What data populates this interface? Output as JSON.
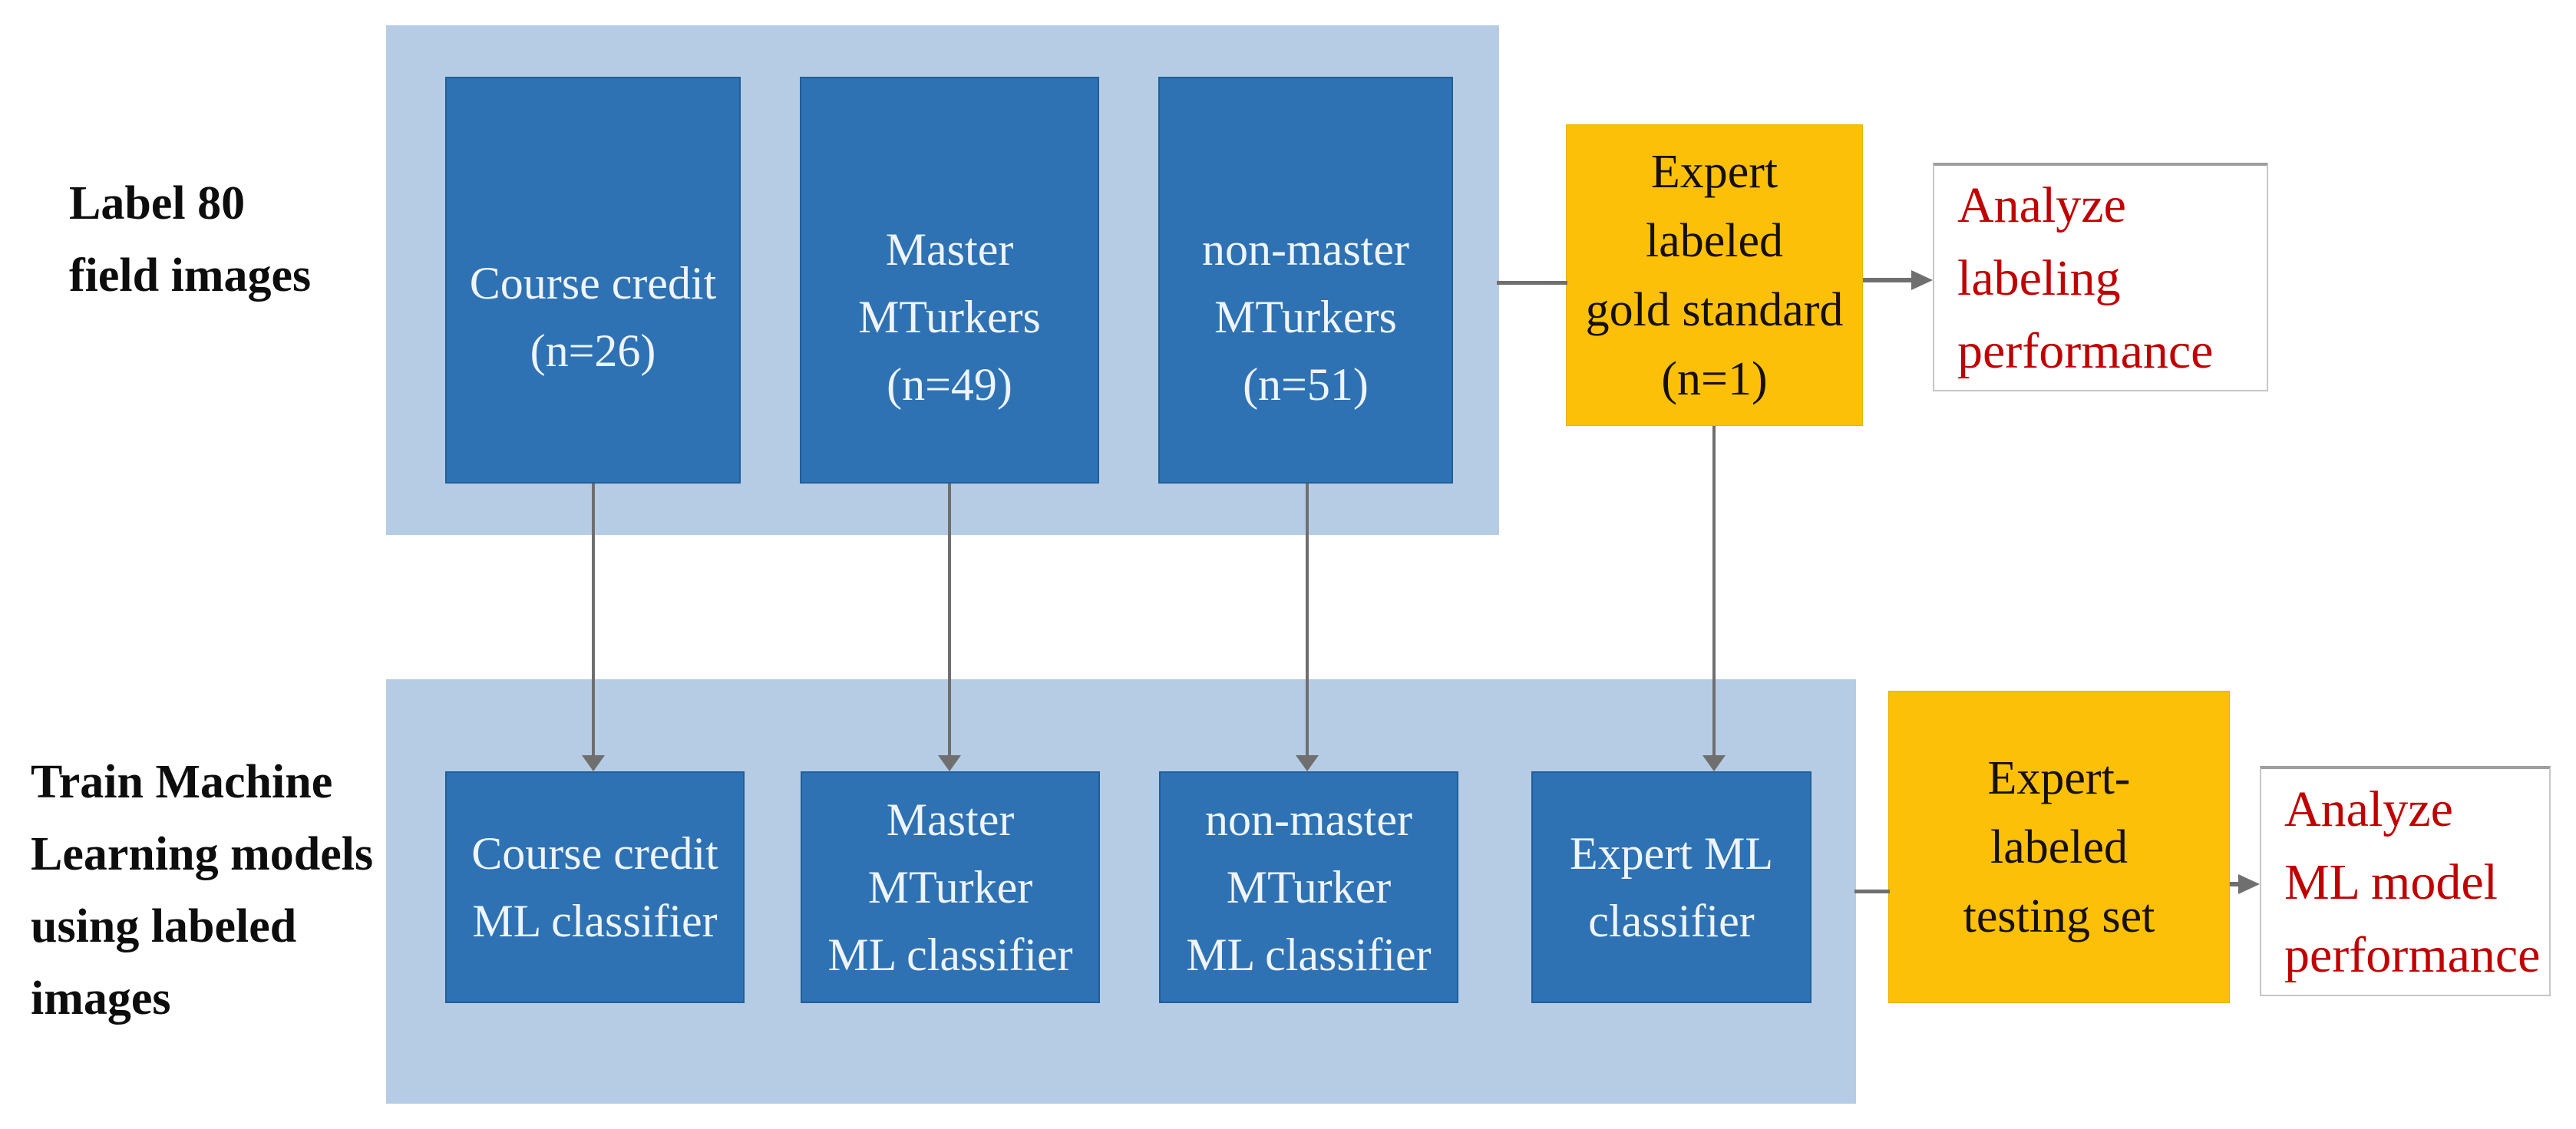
{
  "diagram": {
    "row_labels": {
      "top": "Label 80\nfield images",
      "bottom": "Train Machine\nLearning models\nusing labeled\nimages"
    },
    "top_row": {
      "worker_boxes": [
        {
          "label": "Course credit\n(n=26)"
        },
        {
          "label": "Master\nMTurkers\n(n=49)"
        },
        {
          "label": "non-master\nMTurkers\n(n=51)"
        }
      ],
      "gold_standard_box": {
        "label": "Expert\nlabeled\ngold standard\n(n=1)"
      },
      "analysis_box": {
        "label": "Analyze\nlabeling\nperformance"
      }
    },
    "bottom_row": {
      "classifier_boxes": [
        {
          "label": "Course credit\nML classifier"
        },
        {
          "label": "Master\nMTurker\nML classifier"
        },
        {
          "label": "non-master\nMTurker\nML classifier"
        },
        {
          "label": "Expert ML\nclassifier"
        }
      ],
      "testing_set_box": {
        "label": "Expert-\nlabeled\ntesting set"
      },
      "analysis_box": {
        "label": "Analyze\nML model\nperformance"
      }
    },
    "colors": {
      "container_blue": "#b6cce4",
      "box_blue": "#2e72b3",
      "gold": "#fdc008",
      "red_text": "#c00000",
      "arrow_gray": "#6f6f6f",
      "box_text": "#eef4fa",
      "label_black": "#0d0d0d"
    }
  }
}
